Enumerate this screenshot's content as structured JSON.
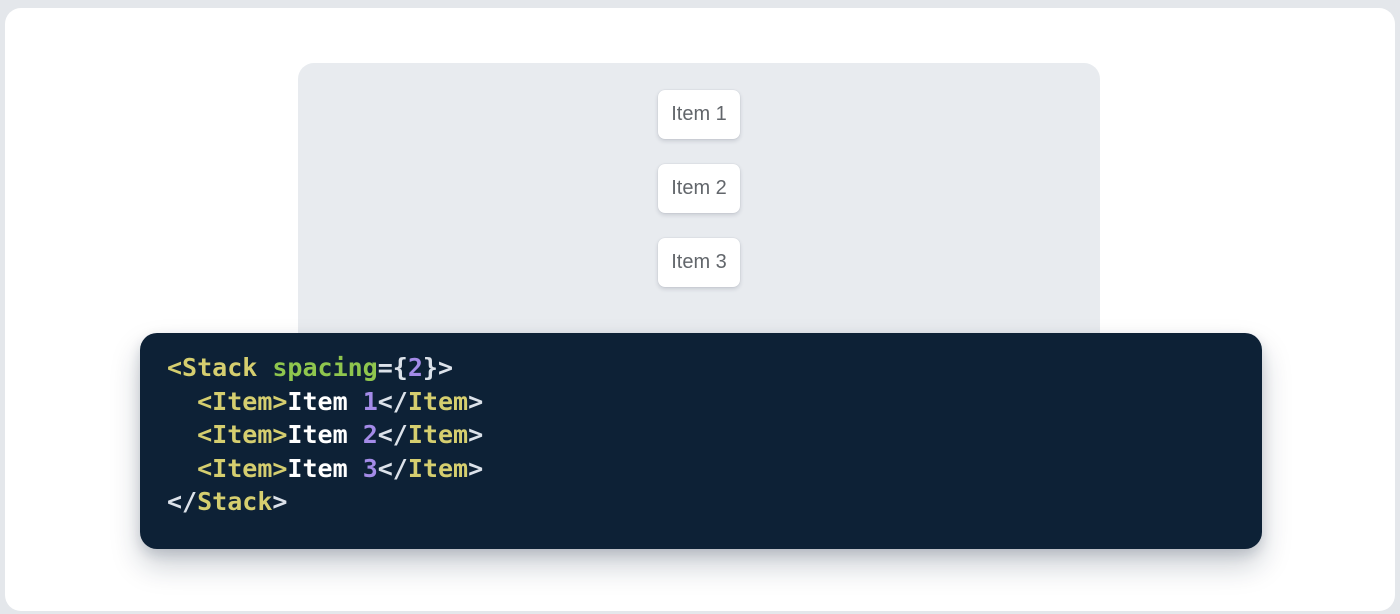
{
  "page": {
    "outer_bg": "#E4E7EB",
    "card_bg": "#FFFFFF"
  },
  "demo": {
    "panel_bg": "#E8EBEF",
    "item_text_color": "#62666B",
    "items": [
      {
        "label": "Item 1"
      },
      {
        "label": "Item 2"
      },
      {
        "label": "Item 3"
      }
    ]
  },
  "code": {
    "bg": "#0D2136",
    "colors": {
      "tag": "#D5CE6F",
      "attr": "#8FC64E",
      "number": "#A48BE8",
      "punct": "#DCE2EA",
      "plain": "#FFFFFF"
    },
    "lines": [
      {
        "segments": [
          {
            "t": "<Stack",
            "c": "tag"
          },
          {
            "t": " ",
            "c": "plain"
          },
          {
            "t": "spacing",
            "c": "attr"
          },
          {
            "t": "=",
            "c": "punct"
          },
          {
            "t": "{",
            "c": "punct"
          },
          {
            "t": "2",
            "c": "number"
          },
          {
            "t": "}",
            "c": "punct"
          },
          {
            "t": ">",
            "c": "punct"
          }
        ]
      },
      {
        "segments": [
          {
            "t": "  ",
            "c": "plain"
          },
          {
            "t": "<Item>",
            "c": "tag"
          },
          {
            "t": "Item ",
            "c": "plain"
          },
          {
            "t": "1",
            "c": "number"
          },
          {
            "t": "</",
            "c": "punct"
          },
          {
            "t": "Item",
            "c": "tag"
          },
          {
            "t": ">",
            "c": "punct"
          }
        ]
      },
      {
        "segments": [
          {
            "t": "  ",
            "c": "plain"
          },
          {
            "t": "<Item>",
            "c": "tag"
          },
          {
            "t": "Item ",
            "c": "plain"
          },
          {
            "t": "2",
            "c": "number"
          },
          {
            "t": "</",
            "c": "punct"
          },
          {
            "t": "Item",
            "c": "tag"
          },
          {
            "t": ">",
            "c": "punct"
          }
        ]
      },
      {
        "segments": [
          {
            "t": "  ",
            "c": "plain"
          },
          {
            "t": "<Item>",
            "c": "tag"
          },
          {
            "t": "Item ",
            "c": "plain"
          },
          {
            "t": "3",
            "c": "number"
          },
          {
            "t": "</",
            "c": "punct"
          },
          {
            "t": "Item",
            "c": "tag"
          },
          {
            "t": ">",
            "c": "punct"
          }
        ]
      },
      {
        "segments": [
          {
            "t": "</",
            "c": "punct"
          },
          {
            "t": "Stack",
            "c": "tag"
          },
          {
            "t": ">",
            "c": "punct"
          }
        ]
      }
    ]
  }
}
